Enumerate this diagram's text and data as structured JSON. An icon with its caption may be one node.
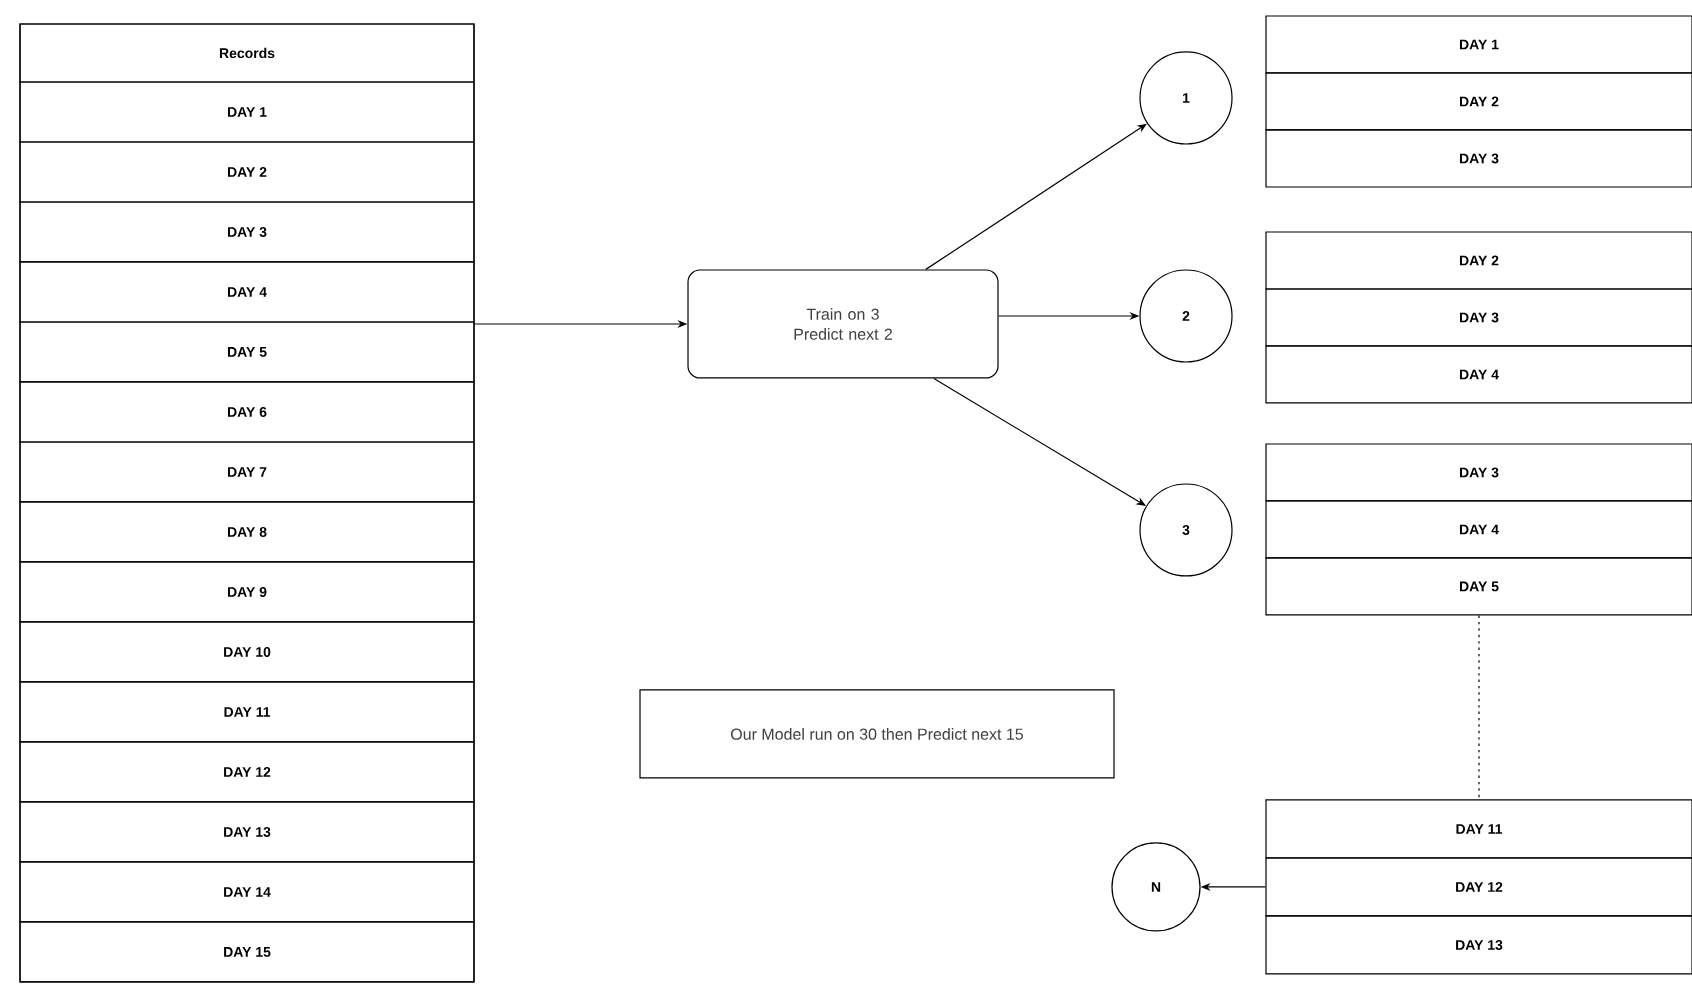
{
  "diagram": {
    "nodes": [
      {
        "text": [],
        "shape": "box"
      },
      {
        "text": [
          "Records"
        ],
        "in": 0
      },
      {
        "text": [
          "DAY 1"
        ],
        "in": 0
      },
      {
        "text": [
          "DAY 2"
        ],
        "in": 0
      },
      {
        "text": [
          "DAY 3"
        ],
        "in": 0
      },
      {
        "text": [
          "DAY 4"
        ],
        "in": 0
      },
      {
        "text": [
          "DAY 5"
        ],
        "in": 0
      },
      {
        "text": [
          "DAY 6"
        ],
        "in": 0
      },
      {
        "text": [
          "DAY 7"
        ],
        "in": 0
      },
      {
        "text": [
          "DAY 8"
        ],
        "in": 0
      },
      {
        "text": [
          "DAY 9"
        ],
        "in": 0
      },
      {
        "text": [
          "DAY 10"
        ],
        "in": 0
      },
      {
        "text": [
          "DAY 11"
        ],
        "in": 0
      },
      {
        "text": [
          "DAY 12"
        ],
        "in": 0
      },
      {
        "text": [
          "DAY 13"
        ],
        "in": 0
      },
      {
        "text": [
          "DAY 14"
        ],
        "in": 0
      },
      {
        "text": [
          "DAY 15"
        ],
        "in": 0
      },
      {
        "text": [
          "Train on 3 Predict next 2"
        ]
      },
      {
        "text": [
          "1"
        ]
      },
      {
        "text": [
          "2"
        ]
      },
      {
        "text": [
          "3"
        ]
      },
      {
        "text": [
          "DAY 1"
        ]
      },
      {
        "text": [
          "DAY 2"
        ]
      },
      {
        "text": [
          "DAY 3"
        ]
      },
      {
        "text": [
          "DAY 2"
        ]
      },
      {
        "text": [
          "DAY 3"
        ]
      },
      {
        "text": [
          "DAY 4"
        ]
      },
      {
        "text": [
          "DAY 3"
        ]
      },
      {
        "text": [
          "DAY 4"
        ]
      },
      {
        "text": [
          "DAY 5"
        ]
      },
      {
        "text": [
          "Our Model run on 30 then Predict next 15"
        ]
      },
      {
        "text": [
          "DAY 11"
        ]
      },
      {
        "text": [
          "DAY 12"
        ]
      },
      {
        "text": [
          "DAY 13"
        ]
      },
      {
        "text": [
          "N"
        ]
      }
    ],
    "edges": [
      {
        "from": 0,
        "to": 17,
        "arrow": "to"
      },
      {
        "from": 17,
        "to": 18,
        "arrow": "to"
      },
      {
        "from": 17,
        "to": 19,
        "arrow": "to"
      },
      {
        "from": 17,
        "to": 20,
        "arrow": "to"
      },
      {
        "from": 29,
        "to": 31,
        "arrow": "none",
        "style": "dashed"
      },
      {
        "from": 32,
        "to": 34,
        "arrow": "to"
      }
    ]
  }
}
